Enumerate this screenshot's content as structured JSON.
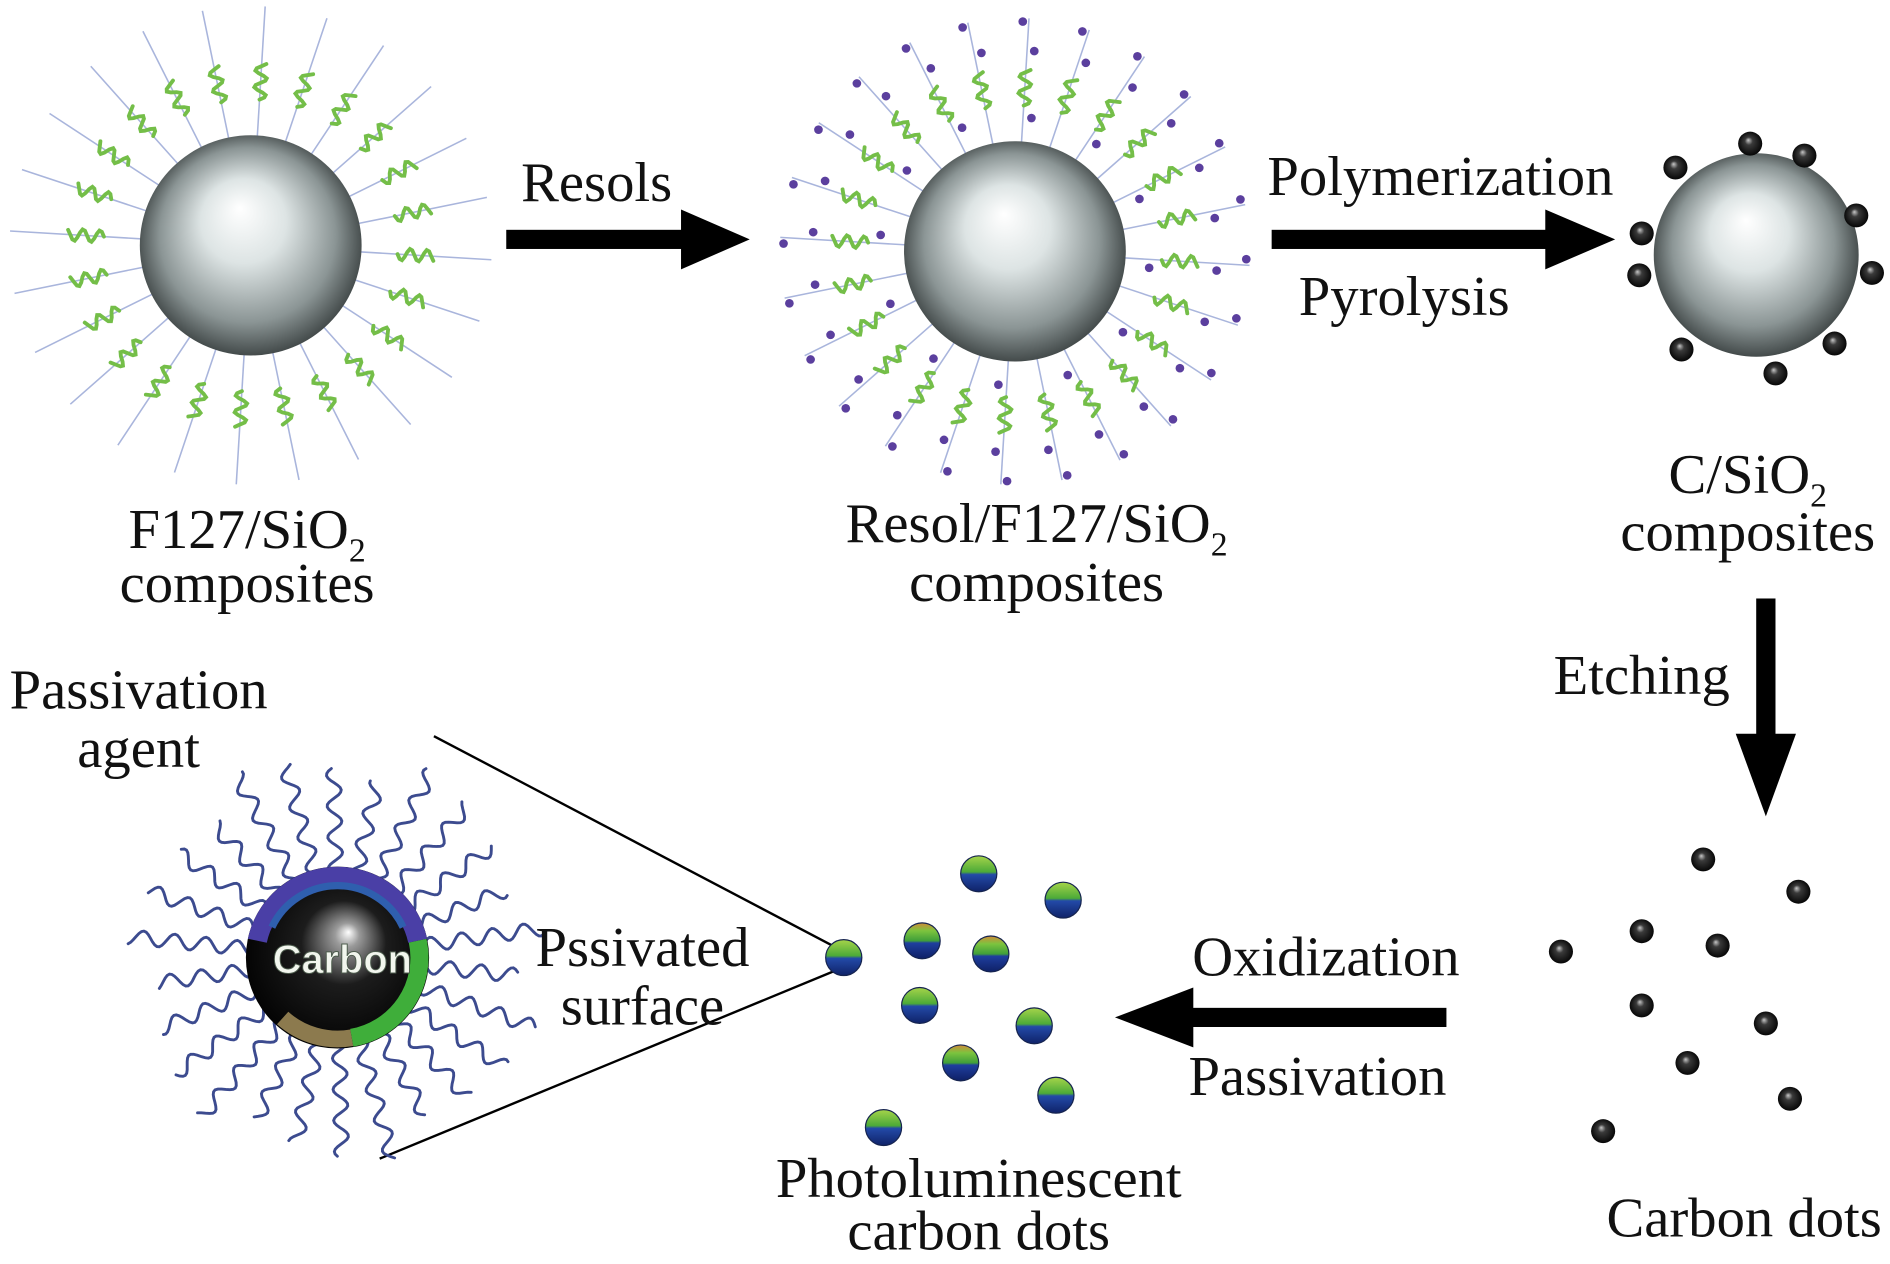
{
  "stages": {
    "f127_silica": {
      "name": "F127/SiO",
      "subscript": "2",
      "line2": "composites"
    },
    "resol_f127_silica": {
      "name": "Resol/F127/SiO",
      "subscript": "2",
      "line2": "composites"
    },
    "carbon_silica": {
      "name": "C/SiO",
      "subscript": "2",
      "line2": "composites"
    },
    "carbon_dots": {
      "label": "Carbon dots"
    },
    "photoluminescent_dots": {
      "line1": "Photoluminescent",
      "line2": "carbon dots"
    }
  },
  "steps": {
    "resols": "Resols",
    "polymerization": "Polymerization",
    "pyrolysis": "Pyrolysis",
    "etching": "Etching",
    "oxidization": "Oxidization",
    "passivation": "Passivation"
  },
  "zoom_view": {
    "core_label": "Carbon",
    "agent_line1": "Passivation",
    "agent_line2": "agent",
    "surface_line1": "Pssivated",
    "surface_line2": "surface"
  },
  "colors": {
    "surfactant_chain": "#a9b5dc",
    "hydrophobic_block": "#74be48",
    "resol": "#5b3f9e",
    "carbon": "#111111",
    "passivation_chain": "#3c4b8f",
    "arrow": "#000000"
  }
}
